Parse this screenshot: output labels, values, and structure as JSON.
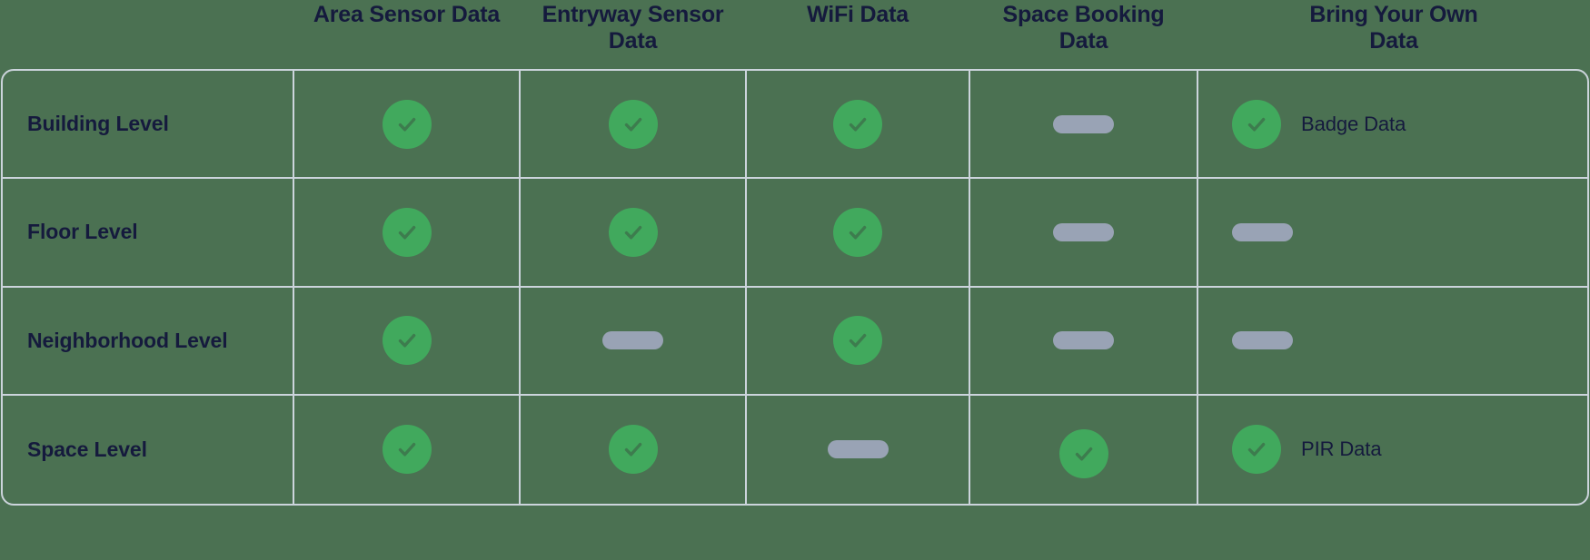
{
  "theme": {
    "background": "#4b7152",
    "text_dark": "#151a3d",
    "border": "#ccd4dc",
    "check_green": "#41a95d",
    "check_glyph": "#3d7c4e",
    "dash_gray": "#99a3b5"
  },
  "matrix": {
    "corner_label": "",
    "columns": [
      {
        "id": "area-sensor-data",
        "label": "Area Sensor Data"
      },
      {
        "id": "entryway-sensor-data",
        "label": "Entryway Sensor Data"
      },
      {
        "id": "wifi-data",
        "label": "WiFi Data"
      },
      {
        "id": "space-booking-data",
        "label": "Space Booking Data"
      },
      {
        "id": "bring-your-own-data",
        "label": "Bring Your Own Data"
      }
    ],
    "rows": [
      {
        "id": "building-level",
        "label": "Building Level",
        "cells": [
          {
            "mark": "check",
            "note": ""
          },
          {
            "mark": "check",
            "note": ""
          },
          {
            "mark": "check",
            "note": ""
          },
          {
            "mark": "dash",
            "note": ""
          },
          {
            "mark": "check",
            "note": "Badge Data"
          }
        ]
      },
      {
        "id": "floor-level",
        "label": "Floor Level",
        "cells": [
          {
            "mark": "check",
            "note": ""
          },
          {
            "mark": "check",
            "note": ""
          },
          {
            "mark": "check",
            "note": ""
          },
          {
            "mark": "dash",
            "note": ""
          },
          {
            "mark": "dash",
            "note": ""
          }
        ]
      },
      {
        "id": "neighborhood-level",
        "label": "Neighborhood Level",
        "cells": [
          {
            "mark": "check",
            "note": ""
          },
          {
            "mark": "dash",
            "note": ""
          },
          {
            "mark": "check",
            "note": ""
          },
          {
            "mark": "dash",
            "note": ""
          },
          {
            "mark": "dash",
            "note": ""
          }
        ]
      },
      {
        "id": "space-level",
        "label": "Space Level",
        "cells": [
          {
            "mark": "check",
            "note": ""
          },
          {
            "mark": "check",
            "note": ""
          },
          {
            "mark": "dash",
            "note": ""
          },
          {
            "mark": "check",
            "note": ""
          },
          {
            "mark": "check",
            "note": "PIR Data"
          }
        ]
      }
    ],
    "icon_names": {
      "check": "check-circle-icon",
      "dash": "dash-icon"
    }
  }
}
